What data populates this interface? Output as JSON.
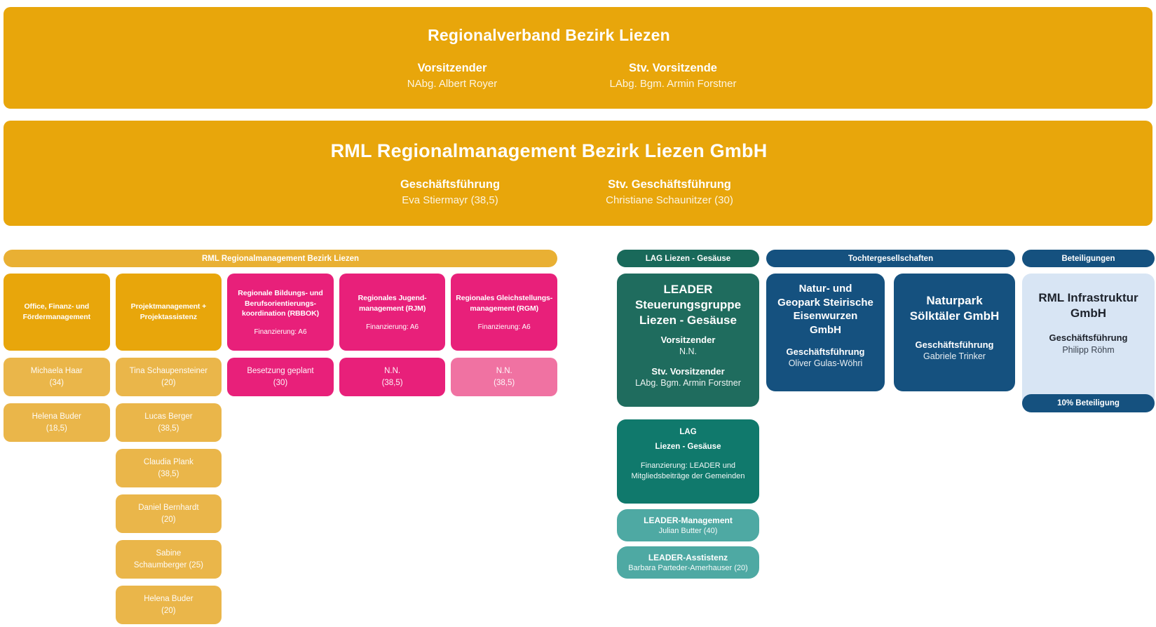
{
  "colors": {
    "gold": "#E8A60B",
    "gold_light": "#EAB64A",
    "gold_header": "#E9B033",
    "pink": "#E8207A",
    "pink_light": "#F072A2",
    "teal_header": "#19695A",
    "teal": "#1F6C5E",
    "teal_deep": "#10796C",
    "teal_light": "#4EA9A3",
    "blue": "#15517F",
    "blue_pale": "#D8E5F4"
  },
  "board": {
    "title": "Regionalverband Bezirk Liezen",
    "roles": [
      {
        "title": "Vorsitzender",
        "name": "NAbg. Albert Royer"
      },
      {
        "title": "Stv. Vorsitzende",
        "name": "LAbg. Bgm. Armin Forstner"
      }
    ]
  },
  "company": {
    "title": "RML Regionalmanagement Bezirk Liezen GmbH",
    "roles": [
      {
        "title": "Geschäftsführung",
        "name": "Eva Stiermayr (38,5)"
      },
      {
        "title": "Stv. Geschäftsführung",
        "name": "Christiane Schaunitzer (30)"
      }
    ]
  },
  "rml": {
    "header": "RML Regionalmanagement Bezirk Liezen",
    "columns": [
      {
        "title": "Office, Finanz- und\nFördermanagement",
        "funding": "",
        "staff": [
          {
            "lines": [
              "Michaela Haar",
              "(34)"
            ]
          },
          {
            "lines": [
              "Helena Buder",
              "(18,5)"
            ]
          }
        ]
      },
      {
        "title": "Projektmanagement +\nProjektassistenz",
        "funding": "",
        "staff": [
          {
            "lines": [
              "Tina Schaupensteiner",
              "(20)"
            ]
          },
          {
            "lines": [
              "Lucas Berger",
              "(38,5)"
            ]
          },
          {
            "lines": [
              "Claudia Plank",
              "(38,5)"
            ]
          },
          {
            "lines": [
              "Daniel Bernhardt",
              "(20)"
            ]
          },
          {
            "lines": [
              "Sabine",
              "Schaumberger (25)"
            ]
          },
          {
            "lines": [
              "Helena Buder",
              "(20)"
            ]
          }
        ]
      },
      {
        "title": "Regionale Bildungs- und\nBerufsorientierungs-\nkoordination (RBBOK)",
        "funding": "Finanzierung: A6",
        "staff": [
          {
            "lines": [
              "Besetzung geplant",
              "(30)"
            ]
          }
        ]
      },
      {
        "title": "Regionales Jugend-\nmanagement (RJM)",
        "funding": "Finanzierung: A6",
        "staff": [
          {
            "lines": [
              "N.N.",
              "(38,5)"
            ]
          }
        ]
      },
      {
        "title": "Regionales Gleichstellungs-\nmanagement (RGM)",
        "funding": "Finanzierung: A6",
        "staff": [
          {
            "lines": [
              "N.N.",
              "(38,5)"
            ]
          }
        ]
      }
    ]
  },
  "lag": {
    "header": "LAG Liezen - Gesäuse",
    "steering": {
      "title": "LEADER\nSteuerungsgruppe\nLiezen - Gesäuse",
      "roles": [
        {
          "title": "Vorsitzender",
          "name": "N.N."
        },
        {
          "title": "Stv. Vorsitzender",
          "name": "LAbg. Bgm. Armin Forstner"
        }
      ]
    },
    "lag_box": {
      "line1": "LAG",
      "line2": "Liezen - Gesäuse",
      "funding": "Finanzierung: LEADER und\nMitgliedsbeiträge der Gemeinden"
    },
    "management": {
      "title": "LEADER-Management",
      "name": "Julian Butter (40)"
    },
    "assistance": {
      "title": "LEADER-Asstistenz",
      "name": "Barbara Parteder-Amerhauser (20)"
    }
  },
  "subsidiaries": {
    "header": "Tochtergesellschaften",
    "companies": [
      {
        "title": "Natur- und\nGeopark Steirische\nEisenwurzen\nGmbH",
        "role": "Geschäftsführung",
        "name": "Oliver Gulas-Wöhri"
      },
      {
        "title": "Naturpark\nSölktäler GmbH",
        "role": "Geschäftsführung",
        "name": "Gabriele Trinker"
      }
    ]
  },
  "holdings": {
    "header": "Beteiligungen",
    "company": {
      "title": "RML Infrastruktur\nGmbH",
      "role": "Geschäftsführung",
      "name": "Philipp Röhm",
      "badge": "10% Beteiligung"
    }
  }
}
